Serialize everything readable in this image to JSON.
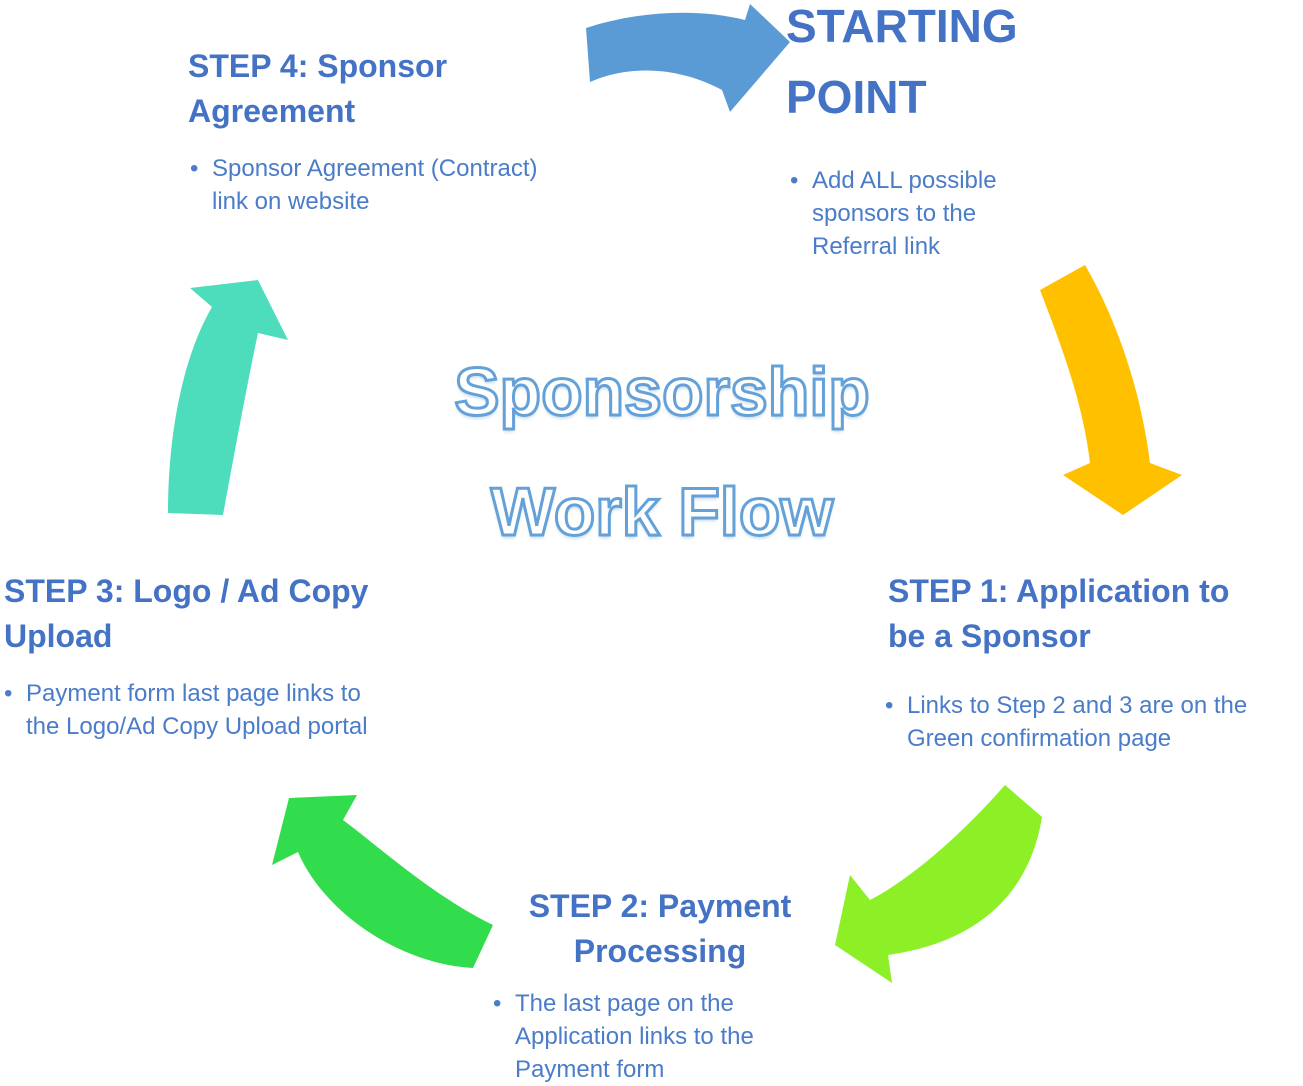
{
  "title": {
    "line1": "Sponsorship",
    "line2": "Work Flow"
  },
  "bullet_marker": "•",
  "colors": {
    "heading_blue": "#4472C4",
    "body_blue": "#4A7CC9",
    "title_outline_blue": "#64A1D8",
    "background": "#FFFFFF"
  },
  "nodes": {
    "starting": {
      "heading": "STARTING\nPOINT",
      "bullet": "Add ALL possible\nsponsors to the\nReferral link"
    },
    "step1": {
      "heading": "STEP 1: Application to\nbe a Sponsor",
      "bullet": "Links to Step 2 and 3 are on the\nGreen confirmation page"
    },
    "step2": {
      "heading": "STEP 2: Payment\nProcessing",
      "bullet": "The last page on the\nApplication links to the\nPayment form"
    },
    "step3": {
      "heading": "STEP 3: Logo / Ad Copy\nUpload",
      "bullet": "Payment form last page links to\nthe Logo/Ad Copy Upload portal"
    },
    "step4": {
      "heading": "STEP 4: Sponsor\nAgreement",
      "bullet": "Sponsor Agreement (Contract)\nlink on website"
    }
  },
  "arrows": {
    "step4_to_start": {
      "color": "#5B9BD5",
      "direction": "right"
    },
    "start_to_step1": {
      "color": "#FFC000",
      "direction": "down"
    },
    "step1_to_step2": {
      "color": "#8DEF25",
      "direction": "down-left"
    },
    "step2_to_step3": {
      "color": "#31DC4D",
      "direction": "up-left"
    },
    "step3_to_step4": {
      "color": "#4DDDBD",
      "direction": "up"
    }
  }
}
